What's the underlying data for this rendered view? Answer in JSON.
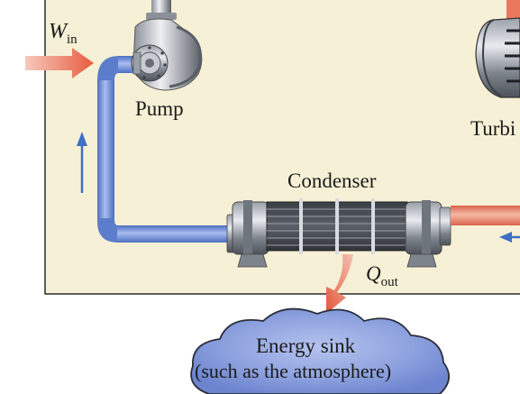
{
  "diagram": {
    "work_in": {
      "symbol": "W",
      "subscript": "in"
    },
    "pump": {
      "label": "Pump"
    },
    "turbine": {
      "label": "Turbi"
    },
    "condenser": {
      "label": "Condenser"
    },
    "heat_out": {
      "symbol": "Q",
      "subscript": "out"
    },
    "sink": {
      "line1": "Energy sink",
      "line2": "(such as the atmosphere)"
    }
  },
  "colors": {
    "panel": "#f6f0d6",
    "cold_pipe": "#6f8fd6",
    "hot_pipe": "#e8795c",
    "arrow_in": "#ea7158",
    "flow_arrow": "#3f6fc4",
    "cloud": "#7d94d8"
  }
}
